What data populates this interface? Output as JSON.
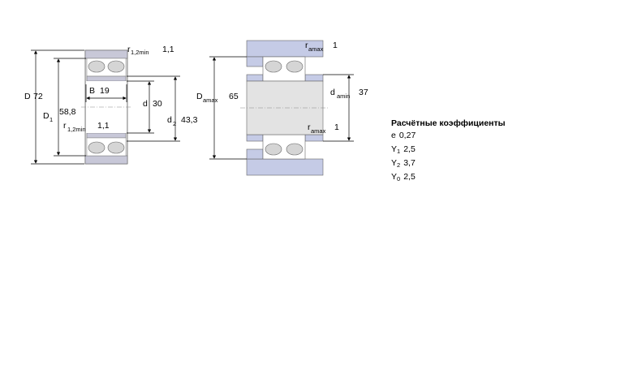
{
  "colors": {
    "housing_blue": "#c5cbe6",
    "inner_grey": "#e3e3e3",
    "outline": "#555555"
  },
  "left_drawing": {
    "D": {
      "label": "D",
      "value": "72"
    },
    "D1": {
      "label": "D",
      "sub": "1",
      "value": "58,8"
    },
    "B": {
      "label": "B",
      "value": "19"
    },
    "d": {
      "label": "d",
      "value": "30"
    },
    "d2": {
      "label": "d",
      "sub": "2",
      "value": "43,3"
    },
    "r_top": {
      "label": "r",
      "sub": "1,2min",
      "value": "1,1"
    },
    "r_bottom": {
      "label": "r",
      "sub": "1,2min",
      "value": "1,1"
    }
  },
  "right_drawing": {
    "ra_top": {
      "label": "r",
      "sub": "amax",
      "value": "1"
    },
    "Da": {
      "label": "D",
      "sub": "amax",
      "value": "65"
    },
    "da": {
      "label": "d",
      "sub": "amin",
      "value": "37"
    },
    "ra_bottom": {
      "label": "r",
      "sub": "amax",
      "value": "1"
    }
  },
  "coefficients": {
    "title": "Расчётные коэффициенты",
    "rows": [
      {
        "label": "e",
        "sub": "",
        "value": "0,27"
      },
      {
        "label": "Y",
        "sub": "1",
        "value": "2,5"
      },
      {
        "label": "Y",
        "sub": "2",
        "value": "3,7"
      },
      {
        "label": "Y",
        "sub": "0",
        "value": "2,5"
      }
    ]
  }
}
